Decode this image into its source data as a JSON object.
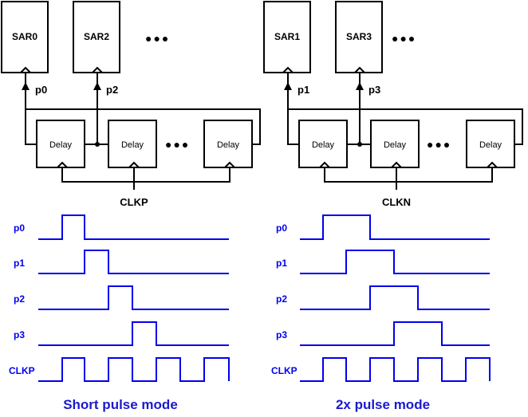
{
  "left": {
    "sar_blocks": [
      "SAR0",
      "SAR2"
    ],
    "pointer_labels": [
      "p0",
      "p2"
    ],
    "delay_labels": [
      "Delay",
      "Delay",
      "Delay"
    ],
    "ellipsis_top": "●●●",
    "ellipsis_mid": "●●●",
    "clock_label": "CLKP",
    "waveform_labels": [
      "p0",
      "p1",
      "p2",
      "p3",
      "CLKP"
    ],
    "mode_caption": "Short pulse mode"
  },
  "right": {
    "sar_blocks": [
      "SAR1",
      "SAR3"
    ],
    "pointer_labels": [
      "p1",
      "p3"
    ],
    "delay_labels": [
      "Delay",
      "Delay",
      "Delay"
    ],
    "ellipsis_top": "●●●",
    "ellipsis_mid": "●●●",
    "clock_label": "CLKN",
    "waveform_labels": [
      "p0",
      "p1",
      "p2",
      "p3",
      "CLKP"
    ],
    "mode_caption": "2x pulse mode"
  },
  "colors": {
    "schematic": "#000000",
    "waveform": "#0000ee",
    "caption": "#1a1acc"
  }
}
